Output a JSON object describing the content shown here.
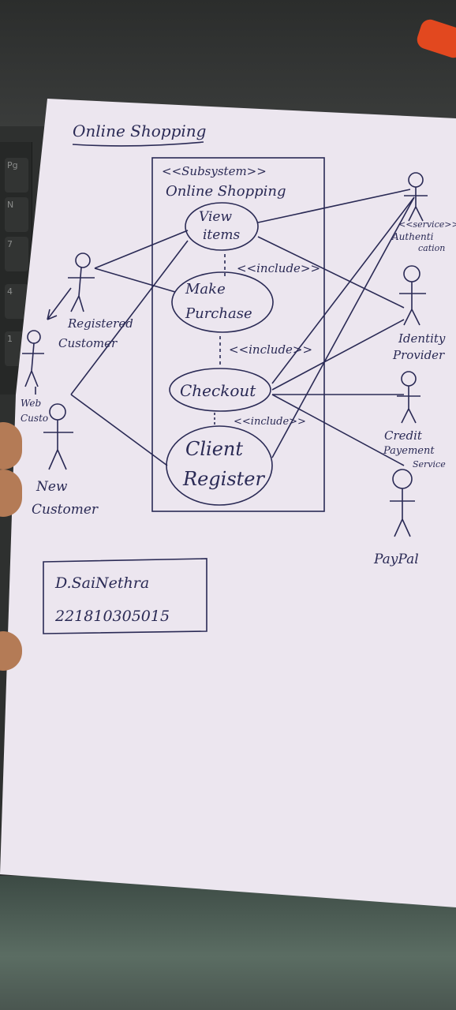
{
  "diagram": {
    "title": "Online Shopping",
    "subsystem_stereotype": "<<Subsystem>>",
    "subsystem_name": "Online Shopping",
    "use_cases": {
      "view_items_line1": "View",
      "view_items_line2": "items",
      "make_purchase_line1": "Make",
      "make_purchase_line2": "Purchase",
      "checkout": "Checkout",
      "client_register_line1": "Client",
      "client_register_line2": "Register"
    },
    "includes": {
      "include1": "<<include>>",
      "include2": "<<include>>",
      "include3": "<<include>>"
    },
    "actors": {
      "registered_line1": "Registered",
      "registered_line2": "Customer",
      "web_line1": "Web",
      "web_line2": "Custo",
      "new_line1": "New",
      "new_line2": "Customer",
      "auth_line1": "<<service>>",
      "auth_line2": "Authenti",
      "auth_line3": "cation",
      "identity_line1": "Identity",
      "identity_line2": "Provider",
      "credit_line1": "Credit",
      "credit_line2": "Payement",
      "credit_line3": "Service",
      "paypal": "PayPal"
    },
    "signature": {
      "name": "D.SaiNethra",
      "id": "221810305015"
    }
  },
  "colors": {
    "ink": "#2a2a55",
    "paper": "#ece6ef"
  }
}
